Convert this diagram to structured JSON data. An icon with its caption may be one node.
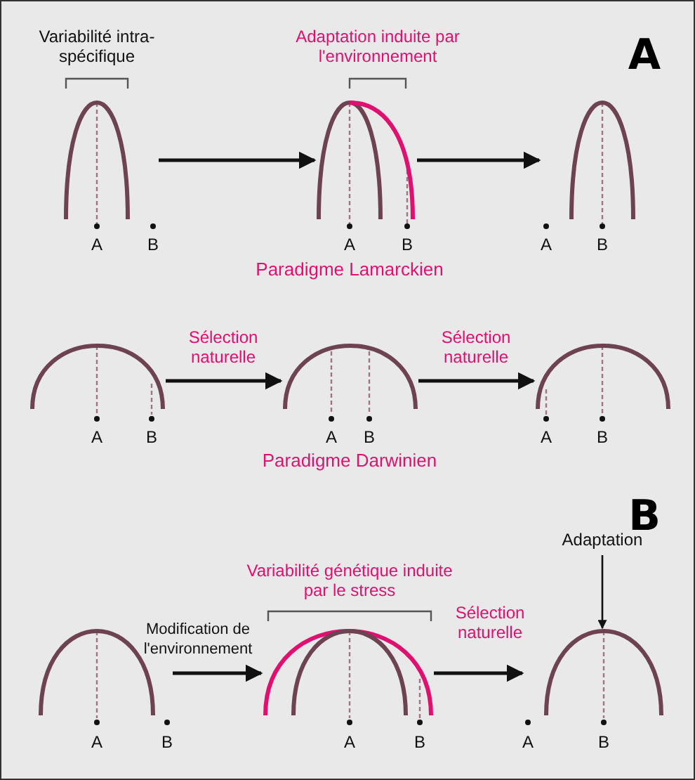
{
  "diagram": {
    "nodes": [
      {
        "text": [],
        "shape": "curve"
      },
      {
        "text": [],
        "shape": "curve"
      },
      {
        "text": [],
        "shape": "curve"
      },
      {
        "text": [],
        "shape": "curve"
      },
      {
        "text": [],
        "shape": "curve"
      },
      {
        "text": [],
        "shape": "curve"
      },
      {
        "text": [],
        "shape": "curve"
      },
      {
        "text": [],
        "shape": "curve"
      },
      {
        "text": [
          "Adaptation"
        ]
      },
      {
        "text": [],
        "shape": "curve"
      }
    ],
    "edges": [
      {
        "from": 0,
        "to": 1,
        "arrow": "to"
      },
      {
        "from": 1,
        "to": 2,
        "arrow": "to"
      },
      {
        "from": 3,
        "to": 4,
        "arrow": "to",
        "label": "Sélection naturelle"
      },
      {
        "from": 4,
        "to": 5,
        "arrow": "to",
        "label": "Sélection naturelle"
      },
      {
        "from": 6,
        "to": 7,
        "arrow": "to",
        "label": "Modification de l'environnement"
      },
      {
        "from": 7,
        "to": 9,
        "arrow": "to",
        "label": "Sélection naturelle"
      },
      {
        "from": 8,
        "to": 9,
        "arrow": "to"
      }
    ],
    "labels": [
      "Variabilité intra-spécifique",
      "Adaptation induite par l'environnement",
      "A",
      "A",
      "B",
      "A",
      "B",
      "A",
      "B",
      "Paradigme Lamarckien",
      "A",
      "B",
      "A",
      "B",
      "A",
      "B",
      "Paradigme Darwinien",
      "B",
      "Variabilité génétique induite par le stress",
      "A",
      "B",
      "A",
      "B",
      "A",
      "B"
    ]
  }
}
